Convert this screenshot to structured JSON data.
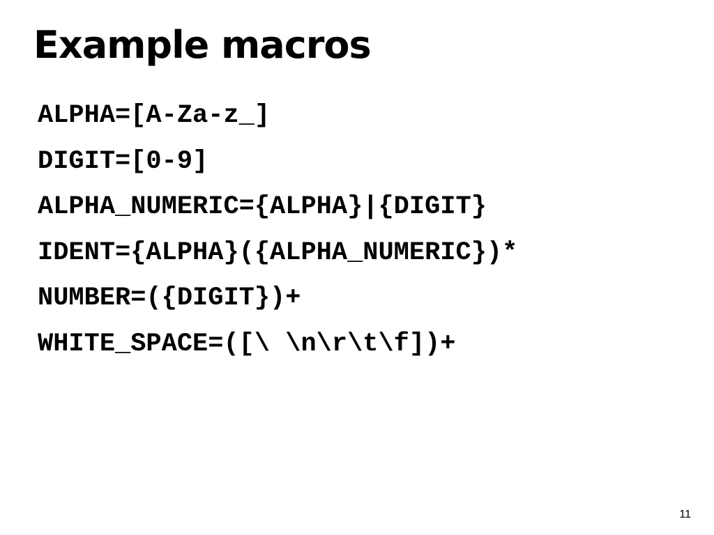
{
  "slide": {
    "title": "Example macros",
    "macros": [
      "ALPHA=[A-Za-z_]",
      "DIGIT=[0-9]",
      "ALPHA_NUMERIC={ALPHA}|{DIGIT}",
      "IDENT={ALPHA}({ALPHA_NUMERIC})*",
      "NUMBER=({DIGIT})+",
      "WHITE_SPACE=([\\ \\n\\r\\t\\f])+"
    ],
    "page_number": "11"
  }
}
